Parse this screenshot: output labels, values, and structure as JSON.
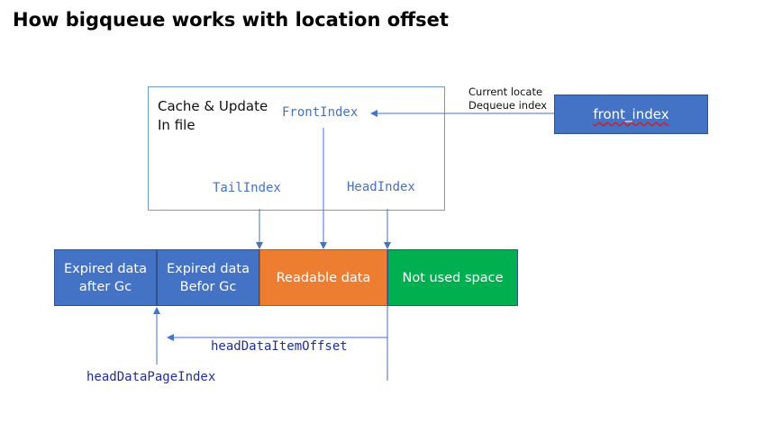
{
  "title": "How bigqueue works with location  offset",
  "cache": {
    "line1": "Cache & Update",
    "line2": "In file"
  },
  "indexes": {
    "front": "FrontIndex",
    "tail": "TailIndex",
    "head": "HeadIndex"
  },
  "note": {
    "line1": "Current locate",
    "line2": "Dequeue index"
  },
  "front_box": "front_index",
  "segments": {
    "expired_after": {
      "line1": "Expired data",
      "line2": "after Gc"
    },
    "expired_before": {
      "line1": "Expired data",
      "line2": "Befor Gc"
    },
    "readable": "Readable data",
    "unused": "Not used space"
  },
  "offsets": {
    "item_offset": "headDataItemOffset",
    "page_index": "headDataPageIndex"
  },
  "colors": {
    "blue": "#4472c4",
    "orange": "#ed7d31",
    "green": "#00b050",
    "label_blue": "#4472c4",
    "label_dark": "#1f2f9a"
  }
}
